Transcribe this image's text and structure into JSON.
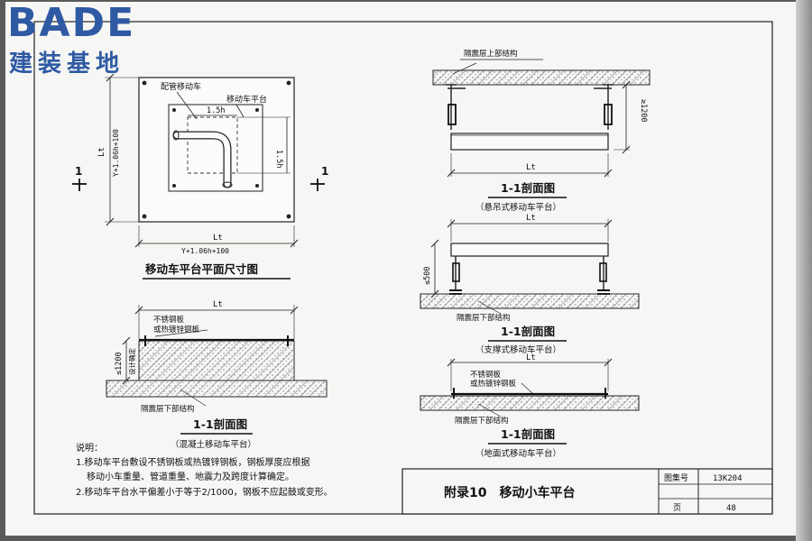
{
  "logo": {
    "brand": "BADE",
    "sub": "建装基地"
  },
  "plan": {
    "title": "移动车平台平面尺寸图",
    "label_pipe_car": "配管移动车",
    "label_platform": "移动车平台",
    "dim_15h_top": "1.5h",
    "dim_15h_side": "1.5h",
    "dim_lt": "Lt",
    "dim_formula_left": "Y+1.06h+100",
    "dim_formula_bottom": "Y+1.06h+100",
    "section_marker_left": "1",
    "section_marker_right": "1"
  },
  "sec_concrete": {
    "title": "1-1剖面图",
    "subtitle": "（混凝土移动车平台）",
    "dim_lt": "Lt",
    "label_plate_1": "不锈钢板",
    "label_plate_2": "或热镀锌钢板",
    "dim_height": "≤1200",
    "dim_design": "设计确定",
    "label_below": "隔震层下部结构"
  },
  "sec_hanging": {
    "title": "1-1剖面图",
    "subtitle": "（悬吊式移动车平台）",
    "label_above": "隔震层上部结构",
    "dim_height": "≥1200",
    "dim_lt": "Lt"
  },
  "sec_support": {
    "title": "1-1剖面图",
    "subtitle": "（支撑式移动车平台）",
    "dim_lt": "Lt",
    "dim_height": "≤500",
    "label_below": "隔震层下部结构"
  },
  "sec_ground": {
    "title": "1-1剖面图",
    "subtitle": "（地面式移动车平台）",
    "dim_lt": "Lt",
    "label_plate_1": "不锈钢板",
    "label_plate_2": "或热镀锌钢板",
    "label_below": "隔震层下部结构"
  },
  "notes": {
    "heading": "说明：",
    "line1": "1.移动车平台敷设不锈钢板或热镀锌钢板，钢板厚度应根据",
    "line2": "移动小车重量、管道重量、地震力及跨度计算确定。",
    "line3": "2.移动车平台水平偏差小于等于2/1000，钢板不应起鼓或变形。"
  },
  "titleblock": {
    "title": "附录10　移动小车平台",
    "atlas_label": "图集号",
    "atlas_value": "13K204",
    "page_label": "页",
    "page_value": "48"
  }
}
